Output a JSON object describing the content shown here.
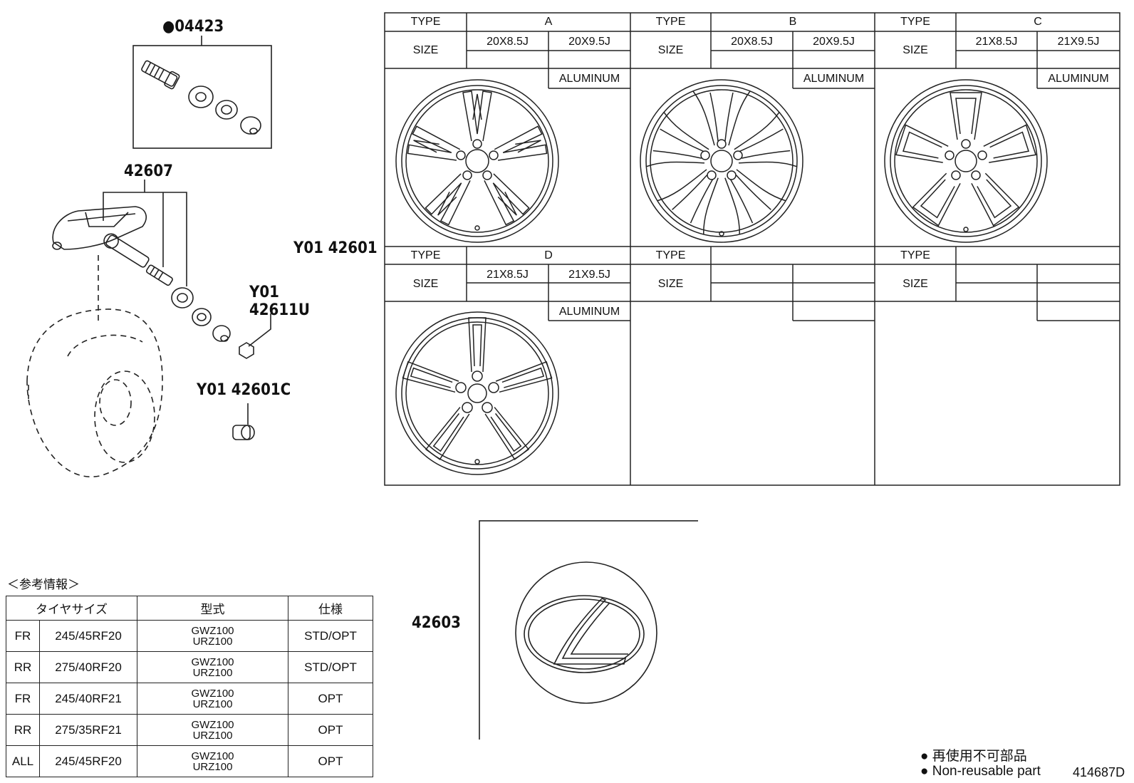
{
  "callouts": {
    "c04423": "●04423",
    "c42607": "42607",
    "cY01a": "Y01",
    "c42611U": "42611U",
    "cY0142601C": "Y01 42601C",
    "cY0142601": "Y01 42601",
    "c42603": "42603"
  },
  "wheel_table": {
    "type_label": "TYPE",
    "size_label": "SIZE",
    "row1": [
      {
        "type": "A",
        "sizes": [
          "20X8.5J",
          "20X9.5J"
        ],
        "material": "ALUMINUM"
      },
      {
        "type": "B",
        "sizes": [
          "20X8.5J",
          "20X9.5J"
        ],
        "material": "ALUMINUM"
      },
      {
        "type": "C",
        "sizes": [
          "21X8.5J",
          "21X9.5J"
        ],
        "material": "ALUMINUM"
      }
    ],
    "row2": [
      {
        "type": "D",
        "sizes": [
          "21X8.5J",
          "21X9.5J"
        ],
        "material": "ALUMINUM"
      },
      {
        "type": "",
        "sizes": [
          "",
          ""
        ],
        "material": ""
      },
      {
        "type": "",
        "sizes": [
          "",
          ""
        ],
        "material": ""
      }
    ]
  },
  "reference_info": {
    "title": "＜参考情報＞",
    "headers": [
      "タイヤサイズ",
      "型式",
      "仕様"
    ],
    "rows": [
      {
        "pos": "FR",
        "tire": "245/45RF20",
        "models": [
          "GWZ100",
          "URZ100"
        ],
        "spec": "STD/OPT"
      },
      {
        "pos": "RR",
        "tire": "275/40RF20",
        "models": [
          "GWZ100",
          "URZ100"
        ],
        "spec": "STD/OPT"
      },
      {
        "pos": "FR",
        "tire": "245/40RF21",
        "models": [
          "GWZ100",
          "URZ100"
        ],
        "spec": "OPT"
      },
      {
        "pos": "RR",
        "tire": "275/35RF21",
        "models": [
          "GWZ100",
          "URZ100"
        ],
        "spec": "OPT"
      },
      {
        "pos": "ALL",
        "tire": "245/45RF20",
        "models": [
          "GWZ100",
          "URZ100"
        ],
        "spec": "OPT"
      }
    ]
  },
  "legend": {
    "jp": "再使用不可部品",
    "en": "Non-reusable part"
  },
  "diagram_id": "414687D"
}
